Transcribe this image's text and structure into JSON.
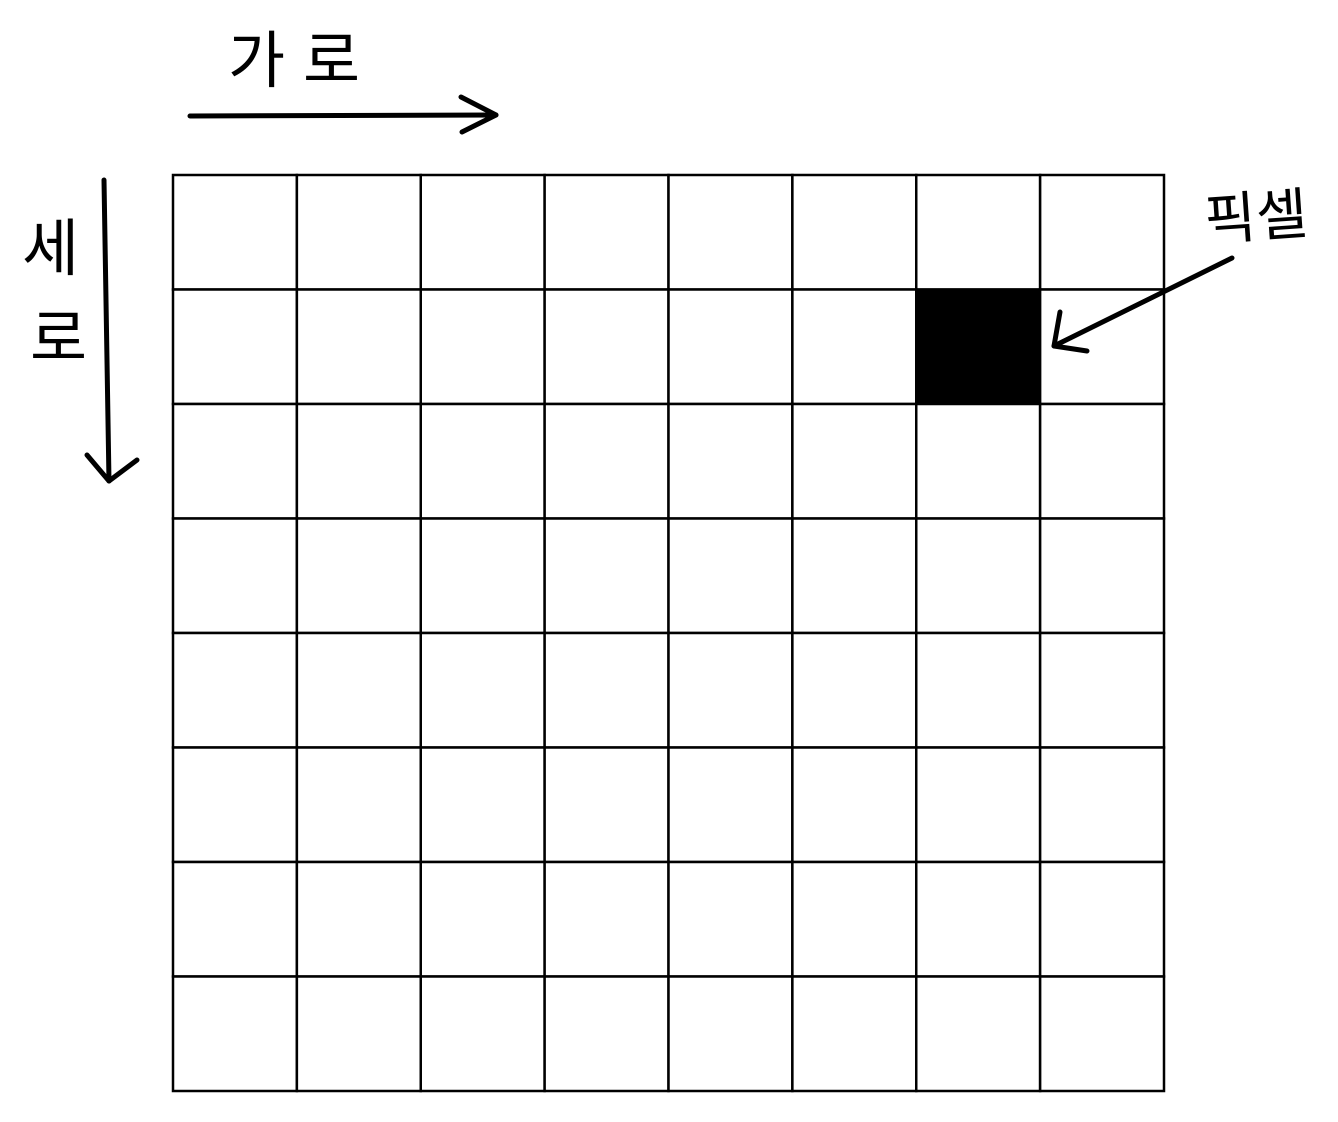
{
  "labels": {
    "horizontal": "가로",
    "vertical_top": "세",
    "vertical_bottom": "로",
    "pixel": "픽셀"
  },
  "grid": {
    "columns": 8,
    "rows": 8,
    "highlighted_cell": {
      "row": 2,
      "column": 7
    }
  },
  "colors": {
    "line": "#000000",
    "fill": "#000000",
    "background": "#ffffff"
  }
}
